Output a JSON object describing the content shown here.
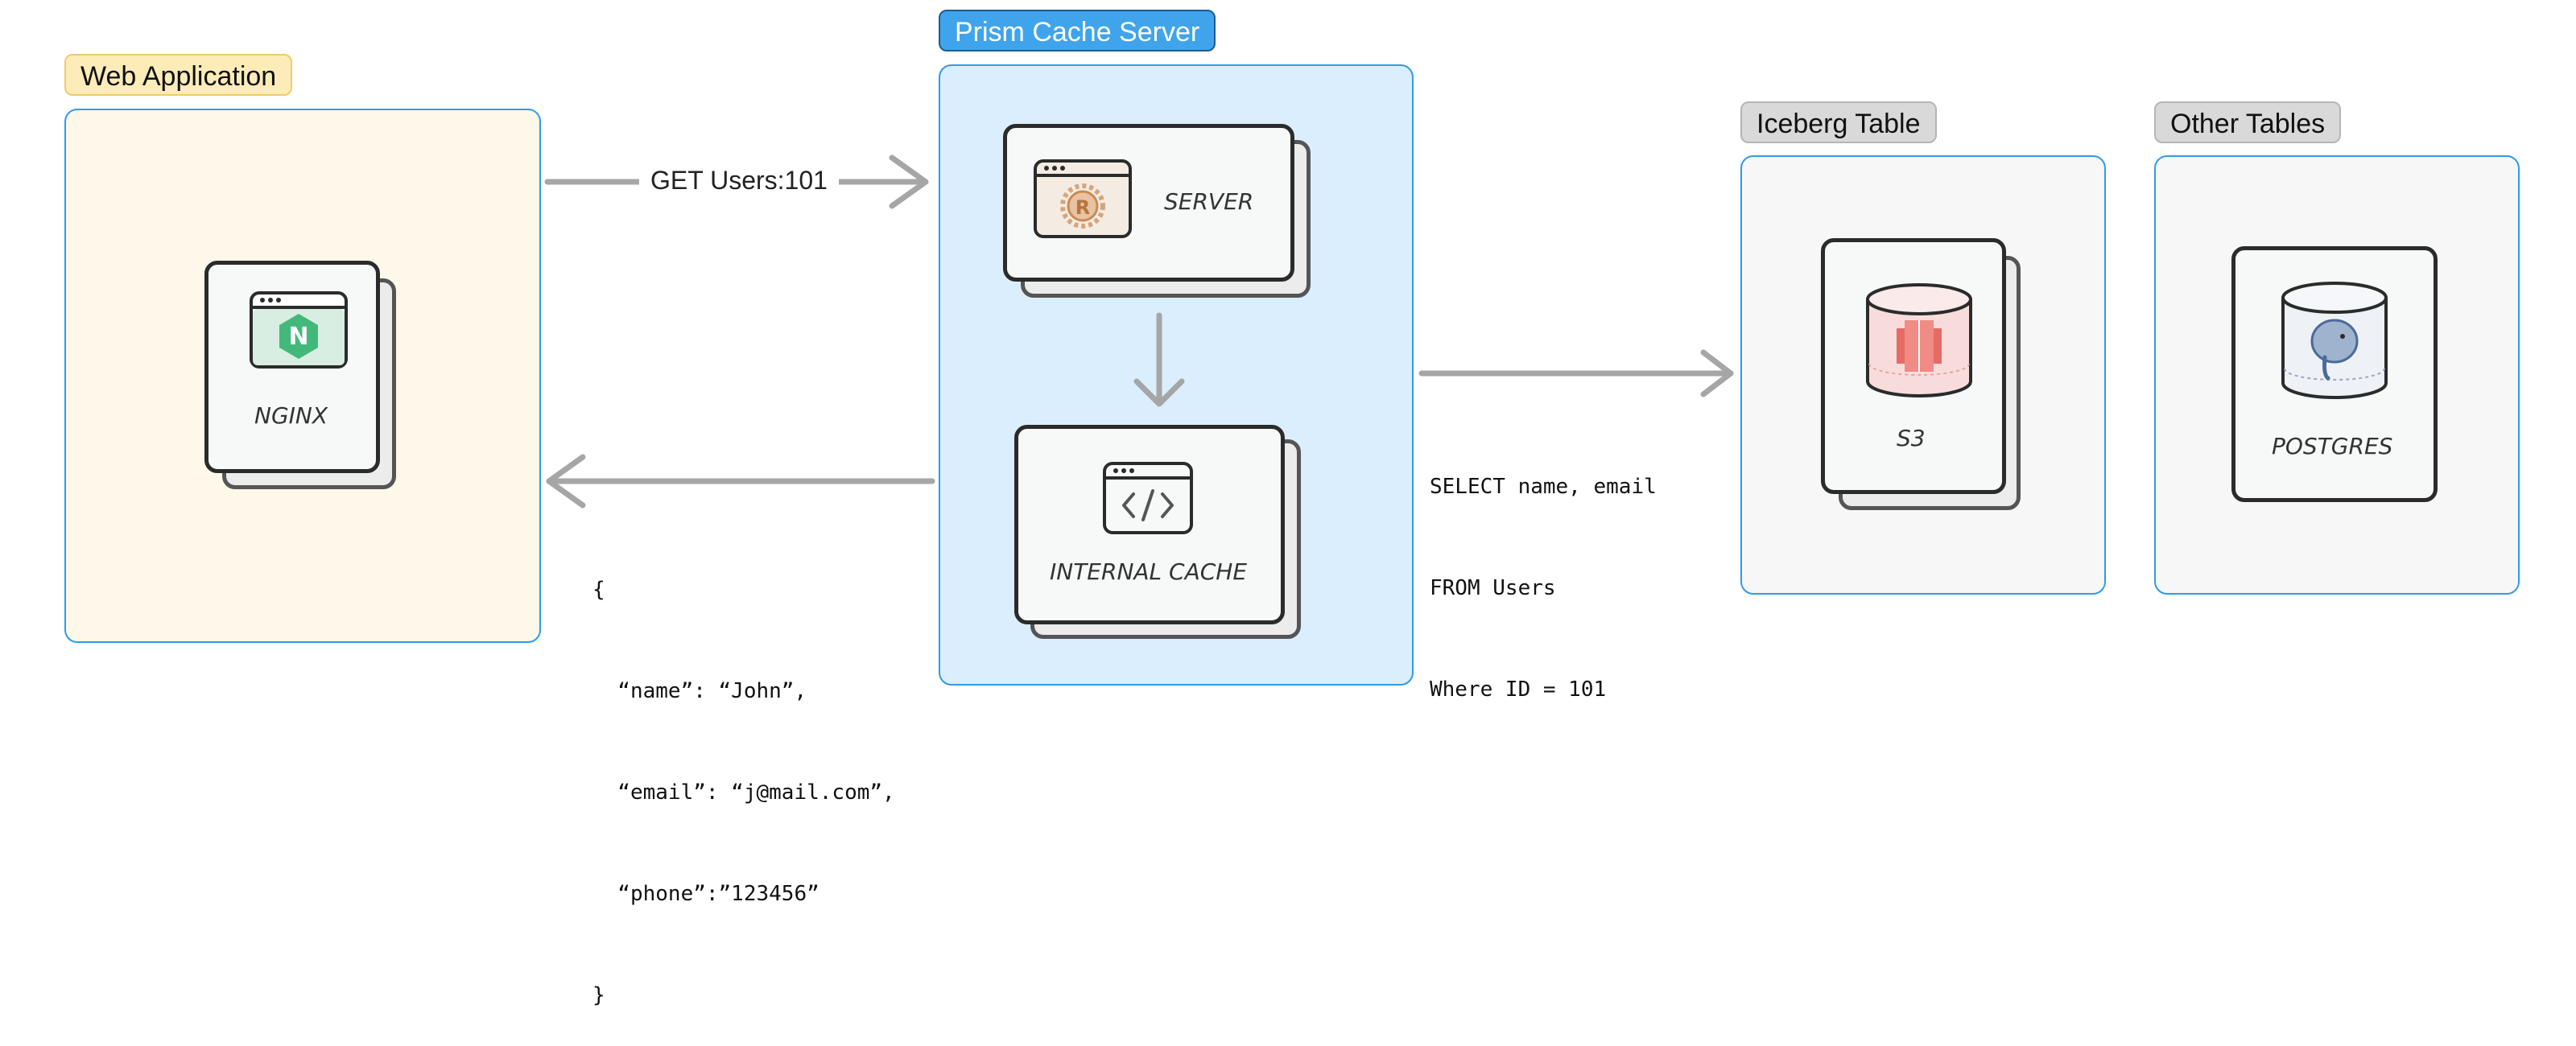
{
  "groups": {
    "web_app": {
      "title": "Web Application",
      "tag_bg": "#fdecb8",
      "tag_border": "#f2c96a",
      "bg": "#fdf8e9"
    },
    "prism": {
      "title": "Prism Cache Server",
      "tag_bg": "#3fa4ec",
      "tag_border": "#1c5c93",
      "bg": "#dbeefd"
    },
    "iceberg": {
      "title": "Iceberg Table",
      "tag_bg": "#d9d9d9",
      "tag_border": "#b5b5b5",
      "bg": "#f7f7f7"
    },
    "other": {
      "title": "Other Tables",
      "tag_bg": "#d9d9d9",
      "tag_border": "#b5b5b5",
      "bg": "#f7f7f7"
    }
  },
  "nodes": {
    "nginx": {
      "label": "NGINX",
      "icon": "nginx-icon"
    },
    "server": {
      "label": "SERVER",
      "icon": "rust-icon"
    },
    "internal_cache": {
      "label": "INTERNAL CACHE",
      "icon": "code-icon"
    },
    "s3": {
      "label": "S3",
      "icon": "s3-bucket-icon"
    },
    "postgres": {
      "label": "POSTGRES",
      "icon": "postgres-elephant-icon"
    }
  },
  "edges": {
    "request_label": "GET Users:101",
    "query_lines": [
      "SELECT name, email",
      "FROM Users",
      "Where ID = 101"
    ],
    "response_lines": [
      "{",
      "  “name”: “John”,",
      "  “email”: “j@mail.com”,",
      "  “phone”:”123456”",
      "}"
    ]
  },
  "colors": {
    "arrow": "#a6a6a6",
    "group_border": "#2f9bea",
    "card_border": "#2b2b2b"
  }
}
